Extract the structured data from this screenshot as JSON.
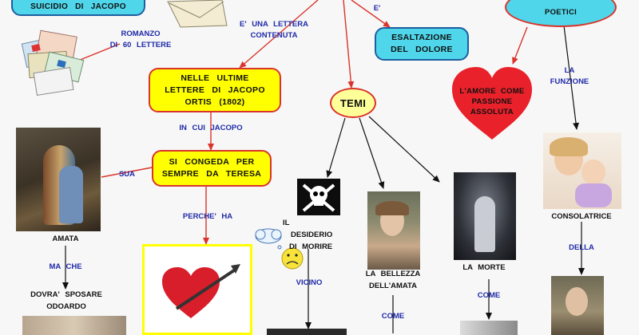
{
  "nodes": {
    "top_left": "SUICIDIO  DI  JACOPO",
    "ultime_lettere_l1": "NELLE  ULTIME",
    "ultime_lettere_l2": "LETTERE  DI  JACOPO",
    "ultime_lettere_l3": "ORTIS  (1802)",
    "congeda_l1": "SI  CONGEDA  PER",
    "congeda_l2": "SEMPRE  DA  TERESA",
    "esaltazione_l1": "ESALTAZIONE",
    "esaltazione_l2": "DEL  DOLORE",
    "temi": "TEMI",
    "poetici": "POETICI",
    "amore_l1": "L'AMORE  COME",
    "amore_l2": "PASSIONE",
    "amore_l3": "ASSOLUTA"
  },
  "links": {
    "romanzo_l1": "ROMANZO",
    "romanzo_l2": "DI 60  LETTERE",
    "lettera_l1": "E'  UNA  LETTERA",
    "lettera_l2": "CONTENUTA",
    "e": "E'",
    "in_cui": "IN  CUI  JACOPO",
    "sua": "SUA",
    "perche": "PERCHE'  HA",
    "ma_che": "MA  CHE",
    "la_funzione_l1": "LA",
    "la_funzione_l2": "FUNZIONE",
    "della": "DELLA",
    "vicino": "VICINO",
    "come_1": "COME",
    "come_2": "COME"
  },
  "labels": {
    "amata": "AMATA",
    "dovra_l1": "DOVRA'  SPOSARE",
    "dovra_l2": "ODOARDO",
    "desiderio_l1": "IL",
    "desiderio_l2": "DESIDERIO",
    "desiderio_l3": "DI  MORIRE",
    "bellezza_l1": "LA  BELLEZZA",
    "bellezza_l2": "DELL'AMATA",
    "morte": "LA  MORTE",
    "consolatrice": "CONSOLATRICE"
  },
  "colors": {
    "red_arrow": "#d9342b",
    "black_arrow": "#111111",
    "link_text": "#1f2aa8",
    "yellow": "#ffff00",
    "cyan": "#4fd6ea",
    "heart": "#e8212a"
  }
}
